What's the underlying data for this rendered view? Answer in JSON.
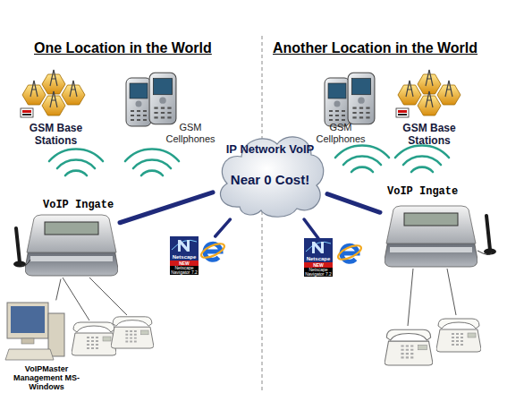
{
  "diagram": {
    "nodes": [
      {
        "text": [
          "GSM Base Stations"
        ]
      },
      {
        "text": [
          "GSM Cellphones"
        ]
      },
      {
        "text": [
          "GSM Cellphones"
        ]
      },
      {
        "text": [
          "GSM Base Stations"
        ]
      },
      {
        "text": [
          "IP Network VoIP",
          "Near 0 Cost!"
        ]
      },
      {
        "text": [
          "VoIP Ingate"
        ]
      },
      {
        "text": [
          "VoIP Ingate"
        ]
      },
      {
        "text": [
          "Netscape",
          "NEW",
          "Netscape Navigator 7.2"
        ]
      },
      {
        "text": [
          "Netscape",
          "NEW",
          "Netscape Navigator 7.2"
        ]
      },
      {
        "text": [
          "VoIPMaster Management MS-Windows"
        ]
      }
    ],
    "edges": [
      {
        "from": 4,
        "to": 5,
        "arrow": "none"
      },
      {
        "from": 4,
        "to": 6,
        "arrow": "none"
      },
      {
        "from": 4,
        "to": 7,
        "arrow": "none"
      },
      {
        "from": 4,
        "to": 8,
        "arrow": "none"
      },
      {
        "from": 5,
        "to": 9,
        "arrow": "none"
      }
    ],
    "labels": [
      "One Location in the World",
      "Another Location in the World"
    ]
  }
}
